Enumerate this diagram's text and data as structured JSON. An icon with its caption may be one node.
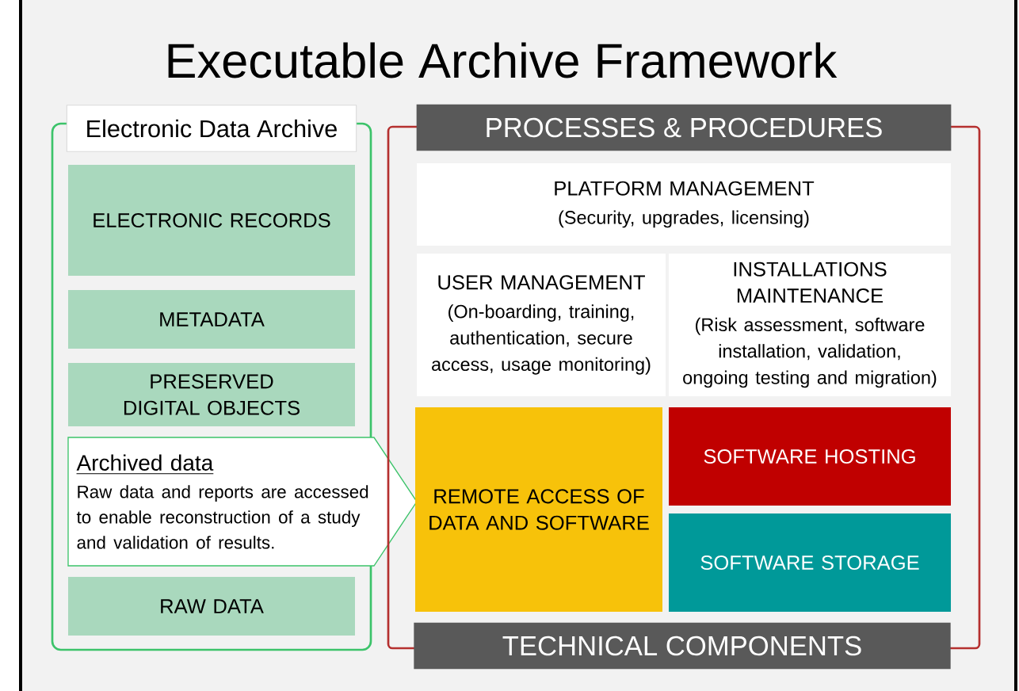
{
  "diagram": {
    "title": "Executable Archive Framework",
    "nodes": [
      {
        "text": [
          "Electronic Data Archive"
        ]
      },
      {
        "text": [
          "ELECTRONIC RECORDS"
        ],
        "in": 0
      },
      {
        "text": [
          "METADATA"
        ],
        "in": 0
      },
      {
        "text": [
          "PRESERVED DIGITAL OBJECTS"
        ],
        "in": 0
      },
      {
        "text": [
          "Archived data",
          "Raw data and reports are accessed to enable reconstruction of a study and validation of results."
        ]
      },
      {
        "text": [
          "RAW DATA"
        ],
        "in": 0
      },
      {
        "text": [
          "PROCESSES & PROCEDURES",
          "TECHNICAL COMPONENTS"
        ]
      },
      {
        "text": [
          "PLATFORM MANAGEMENT",
          "(Security, upgrades, licensing)"
        ],
        "in": 6
      },
      {
        "text": [
          "USER MANAGEMENT",
          "(On-boarding, training, authentication, secure access, usage monitoring)"
        ],
        "in": 6
      },
      {
        "text": [
          "INSTALLATIONS MAINTENANCE",
          "(Risk assessment, software installation, validation, ongoing testing and migration)"
        ],
        "in": 6
      },
      {
        "text": [
          "REMOTE ACCESS OF DATA AND SOFTWARE"
        ],
        "in": 6
      },
      {
        "text": [
          "SOFTWARE HOSTING"
        ],
        "in": 6
      },
      {
        "text": [
          "SOFTWARE STORAGE"
        ],
        "in": 6
      }
    ],
    "edges": []
  }
}
